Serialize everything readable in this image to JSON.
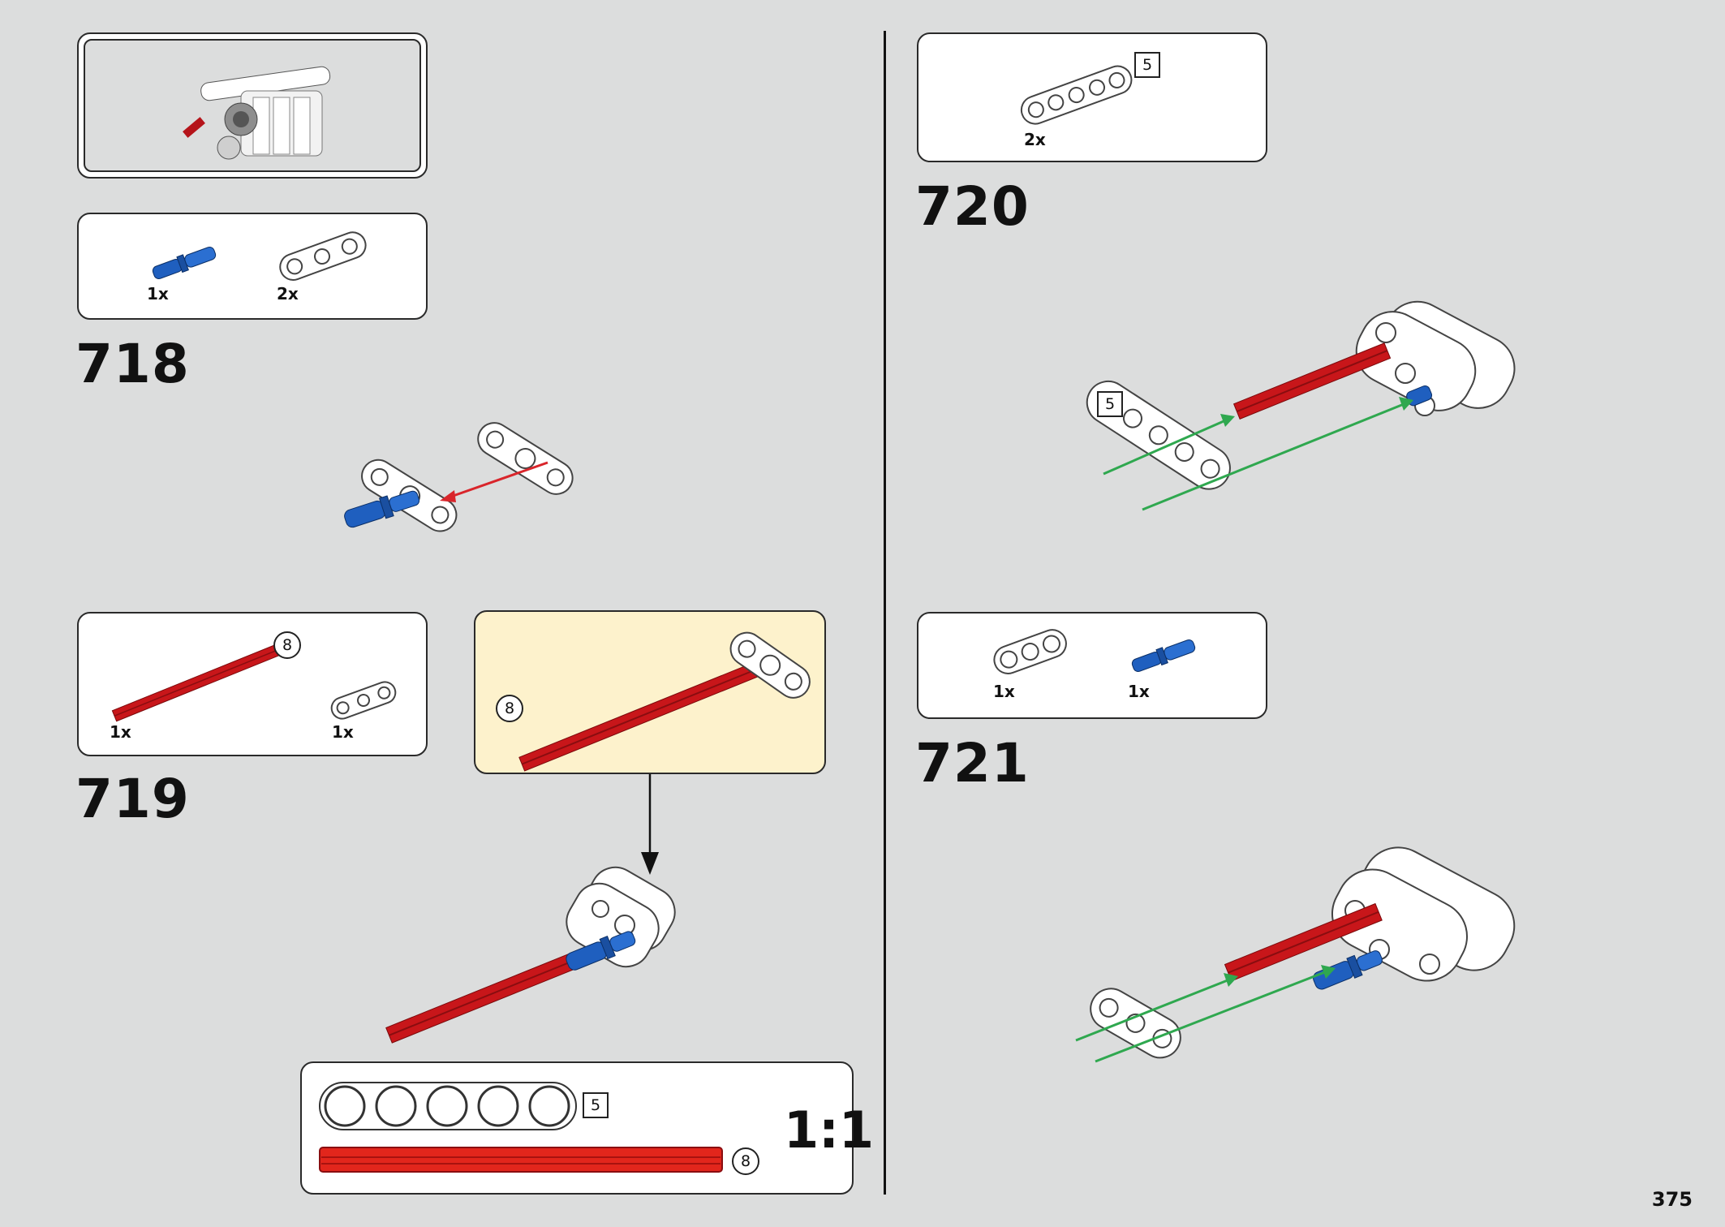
{
  "page": {
    "number": "375"
  },
  "steps": {
    "s718": {
      "number": "718",
      "parts": [
        {
          "qty": "1x",
          "part": "blue-pin"
        },
        {
          "qty": "2x",
          "part": "white-beam-3"
        }
      ]
    },
    "s719": {
      "number": "719",
      "parts": [
        {
          "qty": "1x",
          "part": "red-axle",
          "badge": "8"
        },
        {
          "qty": "1x",
          "part": "white-beam-3"
        }
      ],
      "subassembly_badge": "8"
    },
    "s720": {
      "number": "720",
      "parts": [
        {
          "qty": "2x",
          "part": "white-beam-5",
          "badge": "5"
        }
      ],
      "beam_badge": "5"
    },
    "s721": {
      "number": "721",
      "parts": [
        {
          "qty": "1x",
          "part": "white-beam-3"
        },
        {
          "qty": "1x",
          "part": "blue-pin"
        }
      ]
    }
  },
  "scale": {
    "label": "1:1",
    "beam_badge": "5",
    "axle_badge": "8"
  },
  "colors": {
    "background": "#dcdddd",
    "red": "#c8161a",
    "blue": "#1f5fbf",
    "green_arrow": "#2fa84f",
    "red_arrow": "#d9252b",
    "subassembly_bg": "#fdf2cc"
  }
}
